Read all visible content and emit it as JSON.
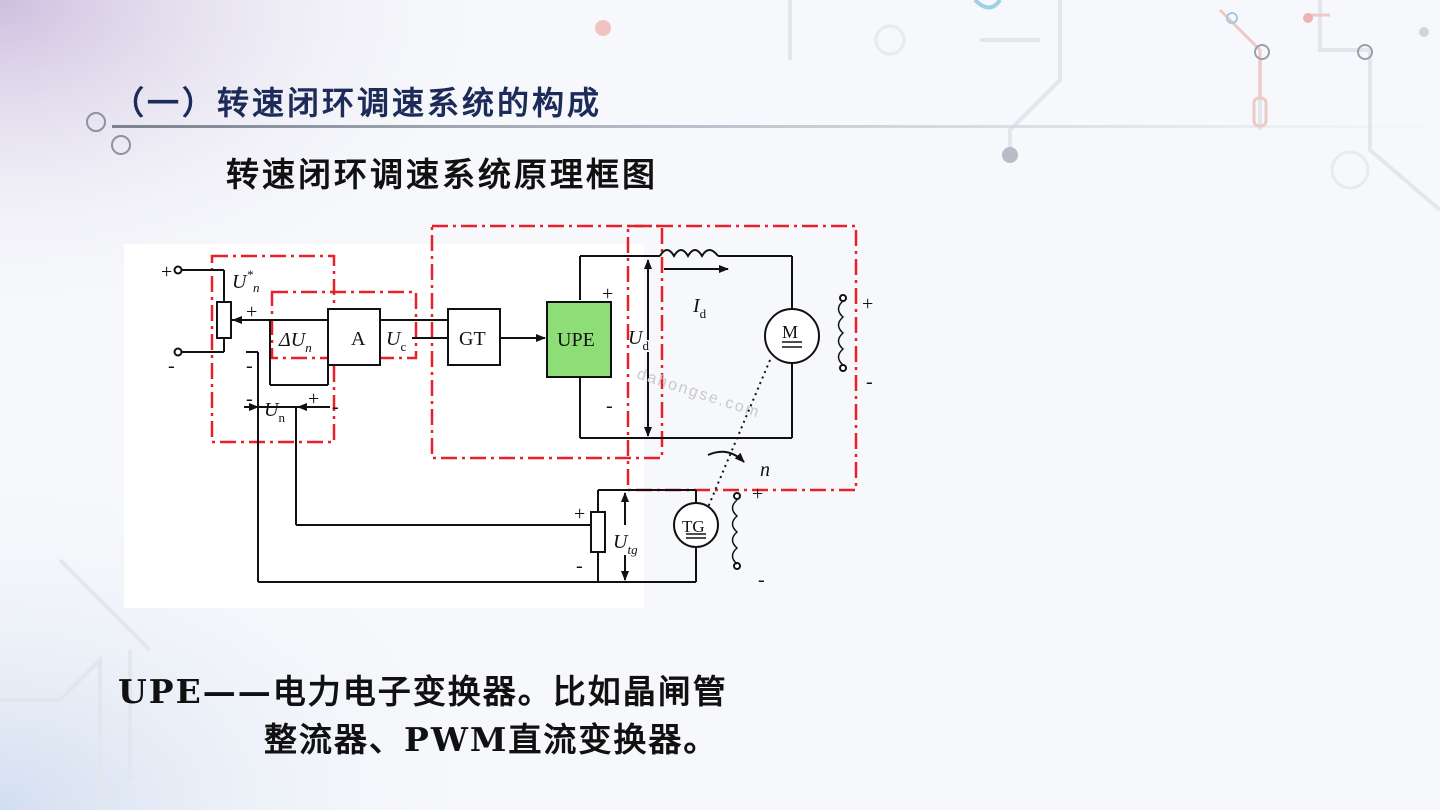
{
  "slide": {
    "title": "（一）转速闭环调速系统的构成",
    "subtitle": "转速闭环调速系统原理框图",
    "caption_line1": "UPE——电力电子变换器。比如晶闸管",
    "caption_line2": "整流器、PWM直流变换器。"
  },
  "diagram": {
    "blocks": {
      "amp": "A",
      "gt": "GT",
      "upe": "UPE",
      "motor": "M",
      "tach": "TG"
    },
    "signals": {
      "un_star": "U",
      "un_star_sup": "*",
      "un_star_sub": "n",
      "delta_un": "ΔU",
      "delta_un_sub": "n",
      "uc": "U",
      "uc_sub": "c",
      "un": "U",
      "un_sub": "n",
      "ud": "U",
      "ud_sub": "d",
      "id": "I",
      "id_sub": "d",
      "n": "n",
      "utg": "U",
      "utg_sub": "tg"
    },
    "polarity": {
      "plus": "+",
      "minus": "-"
    },
    "watermark": "dahongse.com"
  },
  "colors": {
    "upe_fill": "#8ede78",
    "dash_red": "#e8202a",
    "title_color": "#1d2b5a"
  }
}
